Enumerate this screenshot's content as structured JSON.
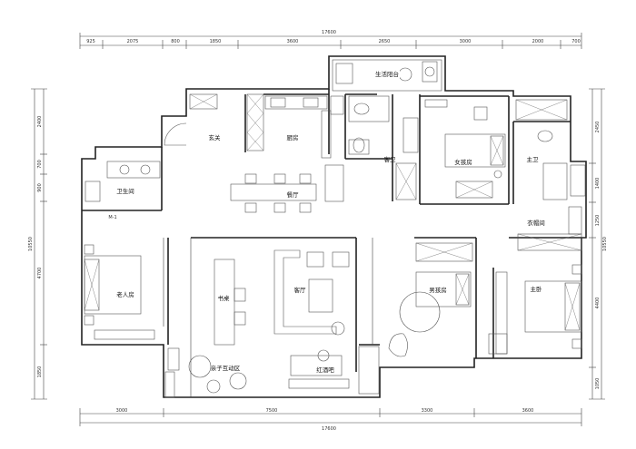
{
  "dimensions": {
    "total_top": "17600",
    "total_bottom": "17600",
    "top": [
      "925",
      "2075",
      "800",
      "1850",
      "3600",
      "2650",
      "3000",
      "2000",
      "700"
    ],
    "bottom": [
      "3000",
      "7500",
      "3300",
      "3600"
    ],
    "left": [
      "2400",
      "700",
      "900",
      "4700",
      "1850"
    ],
    "left_total": "10550",
    "right": [
      "2450",
      "1400",
      "1250",
      "4400",
      "1050"
    ],
    "right_total": "10550"
  },
  "rooms": {
    "living_balcony": "生活阳台",
    "entrance": "玄关",
    "kitchen": "厨房",
    "guest_bath": "客卫",
    "girls_room": "女孩房",
    "master_bath": "主卫",
    "bathroom": "卫生间",
    "dining": "餐厅",
    "closet": "衣帽间",
    "elder_room": "老人房",
    "study": "书桌",
    "living": "客厅",
    "boys_room": "男孩房",
    "master_bedroom": "主卧",
    "family_area": "亲子互动区",
    "bar": "红酒吧"
  },
  "door_tag": "M-1"
}
